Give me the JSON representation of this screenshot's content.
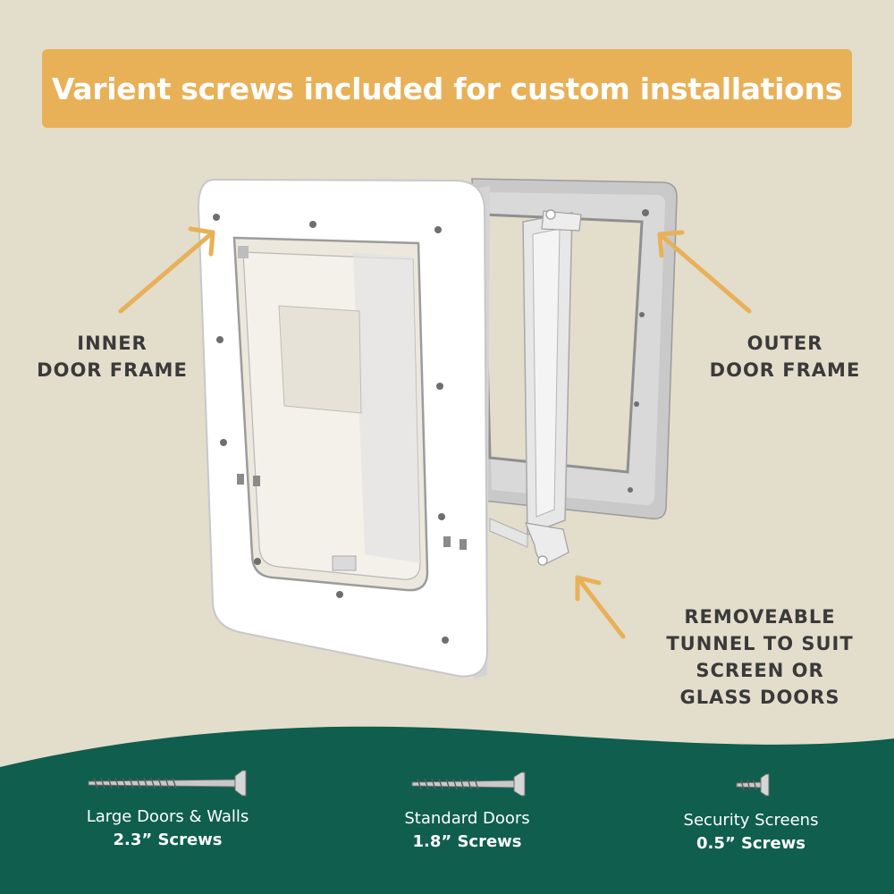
{
  "banner": {
    "text": "Varient screws included for custom installations"
  },
  "labels": {
    "inner": [
      "INNER",
      "DOOR FRAME"
    ],
    "outer": [
      "OUTER",
      "DOOR FRAME"
    ],
    "tunnel": [
      "REMOVEABLE",
      "TUNNEL TO SUIT",
      "SCREEN OR",
      "GLASS DOORS"
    ]
  },
  "screws": [
    {
      "name": "Large Doors & Walls",
      "size": "2.3” Screws"
    },
    {
      "name": "Standard Doors",
      "size": "1.8” Screws"
    },
    {
      "name": "Security Screens",
      "size": "0.5” Screws"
    }
  ],
  "colors": {
    "background": "#e3ddcc",
    "banner": "#e8b158",
    "arrow": "#e8b158",
    "footer": "#0f5e4e",
    "label_text": "#3a3a3a"
  }
}
